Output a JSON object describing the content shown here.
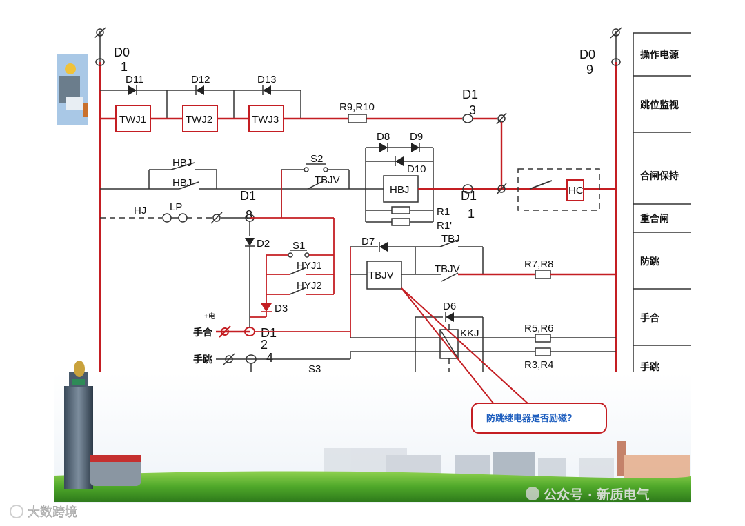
{
  "terminals": {
    "d01": [
      "D0",
      "1"
    ],
    "d09": [
      "D0",
      "9"
    ],
    "d13": [
      "D1",
      "3"
    ],
    "d18": [
      "D1",
      "8"
    ],
    "d11": [
      "D1",
      "1"
    ],
    "d12": [
      "D1",
      "2"
    ],
    "d14": [
      "D1",
      "4"
    ]
  },
  "components": {
    "twj1": "TWJ1",
    "twj2": "TWJ2",
    "twj3": "TWJ3",
    "d11": "D11",
    "d12": "D12",
    "d13": "D13",
    "r9r10": "R9,R10",
    "d8": "D8",
    "d9": "D9",
    "d10": "D10",
    "hbj_coil": "HBJ",
    "r1": "R1",
    "r1p": "R1'",
    "hbj_top": "HBJ",
    "hbj_bottom": "HBJ",
    "s2": "S2",
    "tbjv_top": "TBJV",
    "hc": "HC",
    "hj": "HJ",
    "lp": "LP",
    "d2": "D2",
    "s1": "S1",
    "hyj1": "HYJ1",
    "hyj2": "HYJ2",
    "d3": "D3",
    "d7": "D7",
    "tbj": "TBJ",
    "tbjv_contact": "TBJV",
    "tbjv_coil": "TBJV",
    "r7r8": "R7,R8",
    "d6": "D6",
    "kkj": "KKJ",
    "r5r6": "R5,R6",
    "r3r4": "R3,R4",
    "s3": "S3",
    "plus_power": "+电"
  },
  "left_labels": {
    "manual_close": "手合",
    "manual_trip": "手跳"
  },
  "right_table": [
    "操作电源",
    "跳位监视",
    "合闸保持",
    "重合闸",
    "防跳",
    "手合",
    "手跳"
  ],
  "callout": "防跳继电器是否励磁?",
  "watermarks": {
    "left": "大数跨境",
    "right": "公众号 · 新质电气"
  },
  "colors": {
    "red_wire": "#c41e23",
    "black_wire": "#333333",
    "callout_text": "#1f5fbf"
  }
}
